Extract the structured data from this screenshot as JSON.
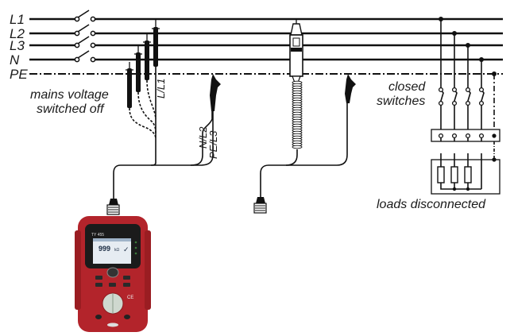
{
  "diagram": {
    "bus_labels": [
      "L1",
      "L2",
      "L3",
      "N",
      "PE"
    ],
    "lead_labels": {
      "probe": "L/L1",
      "clip1": "N/L2",
      "clip2": "PE/L3"
    },
    "notes": {
      "mains_line1": "mains voltage",
      "mains_line2": "switched off",
      "closed_line1": "closed",
      "closed_line2": "switches",
      "loads": "loads disconnected"
    },
    "instrument": {
      "model": "TY 455",
      "display_value": "999",
      "display_unit": "kΩ",
      "mark": "CE",
      "body_color": "#b3242b"
    }
  }
}
